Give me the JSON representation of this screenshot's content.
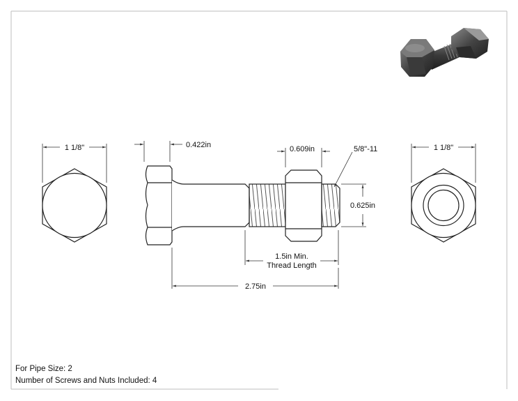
{
  "drawing": {
    "dimensions": {
      "hex_nut_width": "1 1/8\"",
      "head_height": "0.422in",
      "nut_thickness": "0.609in",
      "thread_spec": "5/8\"-11",
      "thread_diameter": "0.625in",
      "thread_length_line1": "1.5in Min.",
      "thread_length_line2": "Thread Length",
      "overall_length": "2.75in"
    }
  },
  "notes": {
    "pipe_size": "For Pipe Size: 2",
    "quantity": "Number of Screws and Nuts Included: 4"
  },
  "colors": {
    "line": "#222222",
    "dim_line": "#333333",
    "render_dark": "#2b2b2b",
    "render_mid": "#5a5a5a",
    "render_light": "#9a9a9a"
  }
}
